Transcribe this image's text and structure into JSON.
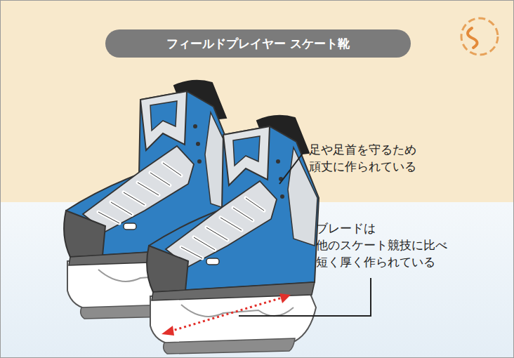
{
  "diagram": {
    "title": "フィールドプレイヤー スケート靴",
    "labels": [
      "足や足首を守るため 頑丈に作られている",
      "ブレードは 他のスケート競技に比べ 短く厚く作られている"
    ]
  }
}
